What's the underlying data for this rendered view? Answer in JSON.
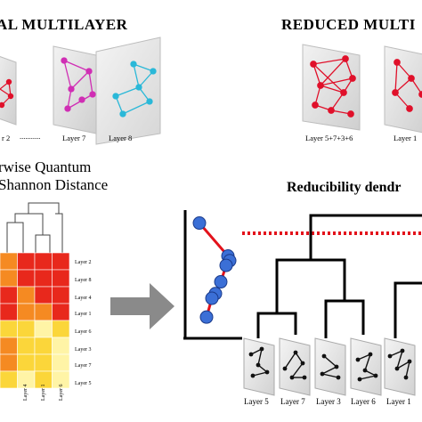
{
  "titles": {
    "original": "AL MULTILAYER",
    "reduced": "REDUCED MULTI",
    "pairwise_line1": "rwise Quantum",
    "pairwise_line2": "Shannon Distance",
    "dendrogram": "Reducibility dendr"
  },
  "original_layers": {
    "labels": [
      "r 2",
      "...........",
      "Layer 7",
      "Layer 8"
    ],
    "colors": {
      "layer7": "#d02eb4",
      "layer8": "#2ab8d8"
    }
  },
  "reduced_layers": {
    "labels": [
      "Layer 5+7+3+6",
      "Layer 1"
    ],
    "color": "#e0102a"
  },
  "heatmap": {
    "row_labels": [
      "Layer 2",
      "Layer 8",
      "Layer 4",
      "Layer 1",
      "Layer 6",
      "Layer 3",
      "Layer 7",
      "Layer 5"
    ],
    "col_labels": [
      "Layer 4",
      "Layer 1",
      "Layer 6"
    ],
    "palette": {
      "red": "#e8281c",
      "orange": "#f58a22",
      "yellow": "#fbd63a",
      "light": "#fff4a6"
    }
  },
  "dendrogram": {
    "leaf_labels": [
      "Layer 5",
      "Layer 7",
      "Layer 3",
      "Layer 6",
      "Layer 1"
    ],
    "cut_line_color": "#e3121b"
  },
  "chart_data": {
    "type": "line",
    "title": "",
    "xlabel": "",
    "ylabel": "",
    "x": [
      1,
      2,
      3,
      4,
      5,
      6,
      7,
      8
    ],
    "series": [
      {
        "values": [
          0.92,
          0.64,
          0.6,
          0.56,
          0.42,
          0.32,
          0.28,
          0.12
        ],
        "color": "#3b6fd6",
        "line_color": "#e3121b"
      }
    ],
    "ylim": [
      0,
      1
    ]
  }
}
